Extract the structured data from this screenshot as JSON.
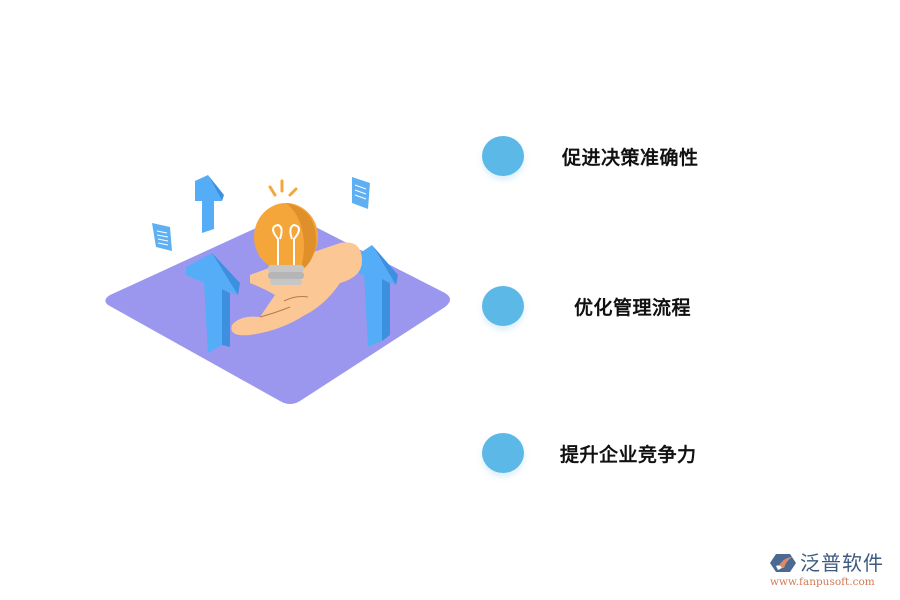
{
  "illustration": {
    "description": "Isometric purple platform with a hand holding a glowing light bulb, blue upward arrows and floating documents",
    "colors": {
      "platform": "#9b97ee",
      "arrow": "#55adf7",
      "arrow_side": "#3d8fe0",
      "bulb": "#f5a63a",
      "bulb_shade": "#e0902a",
      "bulb_base": "#c6c6c6",
      "hand": "#fbc794",
      "document": "#5eb0f2"
    },
    "icons": [
      "arrow-up-icon",
      "lightbulb-icon",
      "hand-icon",
      "document-icon"
    ]
  },
  "features": [
    {
      "label": "促进决策准确性",
      "icon": "circle-bullet-icon",
      "color": "#5cb8e6"
    },
    {
      "label": "优化管理流程",
      "icon": "circle-bullet-icon",
      "color": "#5cb8e6"
    },
    {
      "label": "提升企业竞争力",
      "icon": "circle-bullet-icon",
      "color": "#5cb8e6"
    }
  ],
  "logo": {
    "name": "泛普软件",
    "url": "www.fanpusoft.com",
    "icon": "fanpu-logo-icon",
    "colors": {
      "primary": "#3d5a80",
      "accent": "#d27a57"
    }
  }
}
